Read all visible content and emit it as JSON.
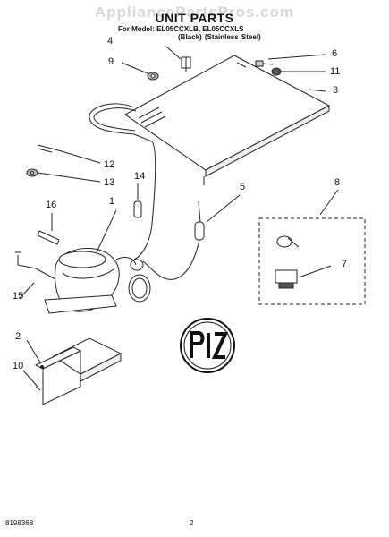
{
  "header": {
    "watermark": "AppliancePartsPros.com",
    "title": "UNIT PARTS",
    "model_line": "For Model: EL05CCXLB, EL05CCXLS",
    "variants": "(Black)  (Stainless Steel)"
  },
  "callouts": [
    "4",
    "9",
    "6",
    "11",
    "3",
    "12",
    "13",
    "8",
    "14",
    "5",
    "16",
    "1",
    "7",
    "15",
    "2",
    "10"
  ],
  "stamp": "PIZ",
  "footer": {
    "doc_number": "8198368",
    "page_number": "2"
  }
}
